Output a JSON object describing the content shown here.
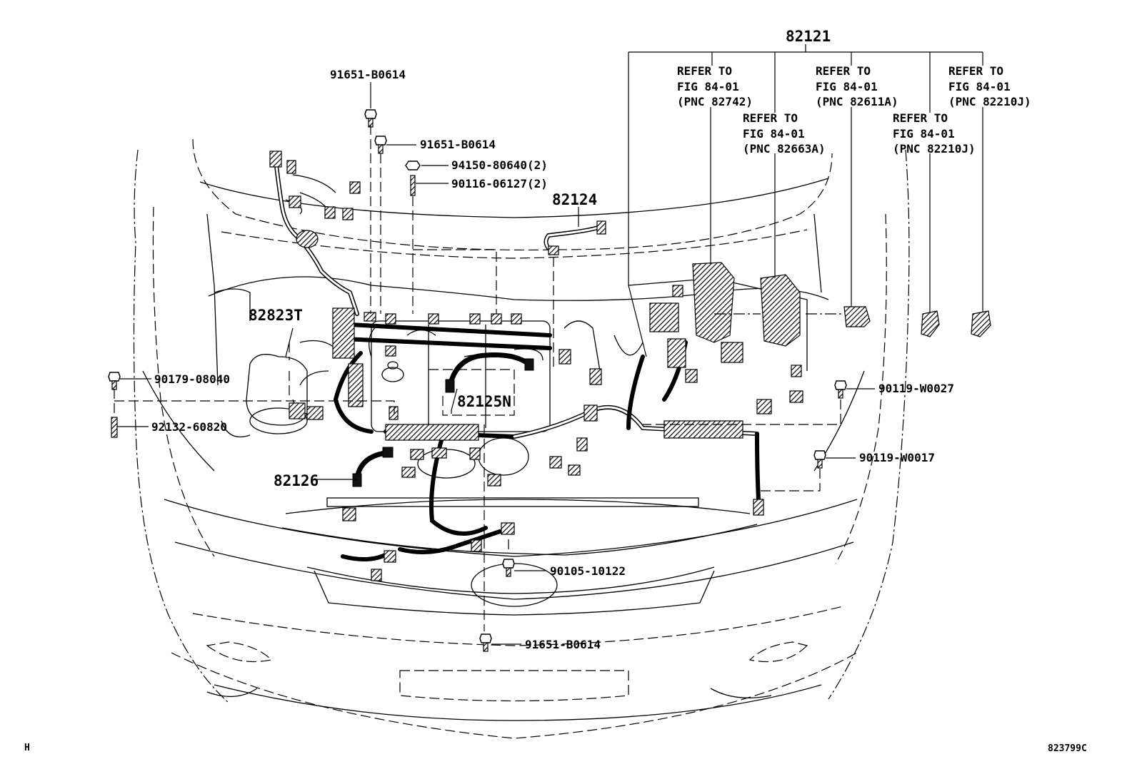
{
  "part_numbers": {
    "p82121": "82121",
    "p82124": "82124",
    "p82823t": "82823T",
    "p82125n": "82125N",
    "p82126": "82126",
    "bolt_91651_top": "91651-B0614",
    "bolt_91651_mid": "91651-B0614",
    "bolt_91651_bottom": "91651-B0614",
    "nut_94150": "94150-80640(2)",
    "stud_90116": "90116-06127(2)",
    "bolt_90179": "90179-08040",
    "stud_92132": "92132-60820",
    "bolt_90119_w0027": "90119-W0027",
    "bolt_90119_w0017": "90119-W0017",
    "bolt_90105": "90105-10122"
  },
  "references": [
    {
      "l1": "REFER TO",
      "l2": "FIG 84-01",
      "l3": "(PNC 82742)"
    },
    {
      "l1": "REFER TO",
      "l2": "FIG 84-01",
      "l3": "(PNC 82663A)"
    },
    {
      "l1": "REFER TO",
      "l2": "FIG 84-01",
      "l3": "(PNC 82611A)"
    },
    {
      "l1": "REFER TO",
      "l2": "FIG 84-01",
      "l3": "(PNC 82210J)"
    },
    {
      "l1": "REFER TO",
      "l2": "FIG 84-01",
      "l3": "(PNC 82210J)"
    }
  ],
  "footer": {
    "left_mark": "H",
    "diagram_id": "823799C"
  }
}
